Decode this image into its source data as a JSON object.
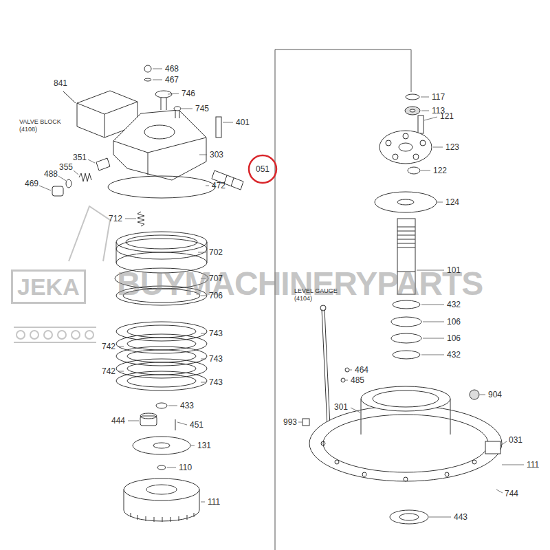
{
  "diagram": {
    "nodes": [
      {
        "text": [
          "051"
        ]
      }
    ],
    "labels": [
      "468",
      "467",
      "841",
      "746",
      "745",
      "401",
      "VALVE BLOCK (4108)",
      "303",
      "351",
      "355",
      "488",
      "469",
      "472",
      "712",
      "702",
      "707",
      "706",
      "743",
      "742",
      "743",
      "742",
      "743",
      "433",
      "444",
      "451",
      "131",
      "110",
      "111",
      "117",
      "113",
      "121",
      "123",
      "122",
      "124",
      "101",
      "432",
      "106",
      "106",
      "432",
      "LEVEL GAUGE (4104)",
      "464",
      "485",
      "904",
      "993",
      "301",
      "031",
      "111",
      "744",
      "443",
      "JEKA",
      "BUYMACHINERYPARTS"
    ]
  }
}
